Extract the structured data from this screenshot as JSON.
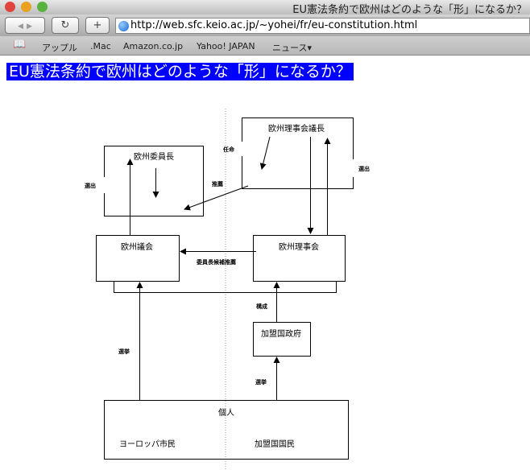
{
  "window": {
    "title": "EU憲法条約で欧州はどのような「形」になるか？"
  },
  "toolbar": {
    "back": "◀",
    "forward": "▶",
    "reload": "↻",
    "add": "+",
    "url": "http://web.sfc.keio.ac.jp/~yohei/fr/eu-constitution.html"
  },
  "bookmarks": {
    "icon": "book-icon",
    "items": [
      "アップル",
      ".Mac",
      "Amazon.co.jp",
      "Yahoo! JAPAN",
      "ニュース▾"
    ]
  },
  "page": {
    "heading": "EU憲法条約で欧州はどのような「形」になるか？"
  },
  "diagram": {
    "commission_president": "欧州委員長",
    "council_president": "欧州理事会議長",
    "parliament": "欧州議会",
    "council": "欧州理事会",
    "governments": "加盟国政府",
    "individual": "個人",
    "citizens": "ヨーロッパ市民",
    "nationals": "加盟国国民",
    "labels": {
      "elect_left": "選出",
      "appoint": "任命",
      "recommend": "推薦",
      "elect_right": "選出",
      "nominate": "委員長候補推薦",
      "compose": "構成",
      "vote_left": "選挙",
      "vote_right": "選挙"
    }
  }
}
